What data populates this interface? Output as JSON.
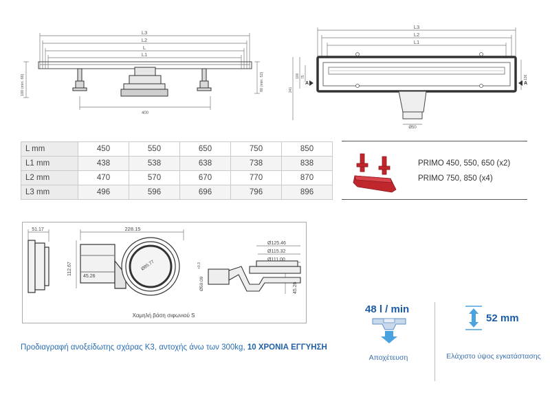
{
  "top_left": {
    "dims": [
      "L3",
      "L2",
      "L",
      "L1"
    ],
    "left_labels": [
      "100 (min. 66)"
    ],
    "right_labels": [
      "80 (min. 52)"
    ],
    "bottom_label": "400"
  },
  "top_right": {
    "dims": [
      "L3",
      "L2",
      "L1"
    ],
    "section": [
      "A",
      "A"
    ],
    "left_small": [
      "100",
      "75",
      "241"
    ],
    "right_small": [
      "136"
    ],
    "bottom_label": "Ø50"
  },
  "spec_table": {
    "rows": [
      {
        "label": "L mm",
        "values": [
          "450",
          "550",
          "650",
          "750",
          "850"
        ]
      },
      {
        "label": "L1 mm",
        "values": [
          "438",
          "538",
          "638",
          "738",
          "838"
        ]
      },
      {
        "label": "L2 mm",
        "values": [
          "470",
          "570",
          "670",
          "770",
          "870"
        ]
      },
      {
        "label": "L3 mm",
        "values": [
          "496",
          "596",
          "696",
          "796",
          "896"
        ]
      }
    ]
  },
  "primo": {
    "line1": "PRIMO 450, 550, 650 (x2)",
    "line2": "PRIMO 750, 850 (x4)"
  },
  "siphon": {
    "dims": {
      "d1": "51.17",
      "d2": "228.15",
      "d3": "112.67",
      "d4": "45.26",
      "d5": "Ø85.77",
      "d6": "Ø125.46",
      "d7": "Ø115.32",
      "d8": "Ø111.00",
      "d9": "Ø50.09",
      "d10": "+0.3",
      "d11": "45.26"
    },
    "caption": "Χαμηλή βάση σιφωνιού S"
  },
  "spec_text": {
    "main": "Προδιαγραφή ανοξείδωτης σχάρας Κ3, αντοχής άνω των 300kg, ",
    "bold": "10 ΧΡΟΝΙΑ ΕΓΓΥΗΣΗ"
  },
  "features": {
    "flow_value": "48 l / min",
    "flow_caption": "Αποχέτευση",
    "height_value": "52 mm",
    "height_caption": "Ελάχιστο ύψος εγκατάστασης"
  },
  "colors": {
    "accent_blue": "#1a5ca8",
    "arrow_blue": "#4aa3df",
    "primo_red": "#c0272d"
  }
}
